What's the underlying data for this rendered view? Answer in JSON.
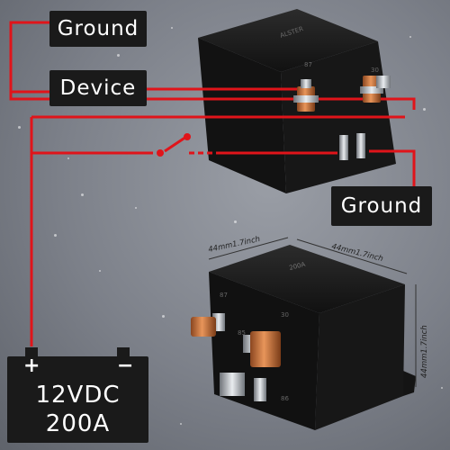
{
  "labels": {
    "ground_top": "Ground",
    "device": "Device",
    "ground_right": "Ground"
  },
  "battery": {
    "plus": "+",
    "minus": "−",
    "voltage": "12VDC",
    "current": "200A"
  },
  "dimensions": {
    "width_left": "44mm1.7inch",
    "width_right": "44mm1.7inch",
    "height": "44mm1.7inch"
  },
  "relay_pins": {
    "top_87": "87",
    "top_30": "30",
    "bottom_87": "87",
    "bottom_30": "30",
    "bottom_86": "86",
    "bottom_85": "85"
  },
  "colors": {
    "wire": "#e0141a",
    "label_bg": "#1a1a1a",
    "relay_body": "#141414",
    "copper": "#c8703a"
  }
}
